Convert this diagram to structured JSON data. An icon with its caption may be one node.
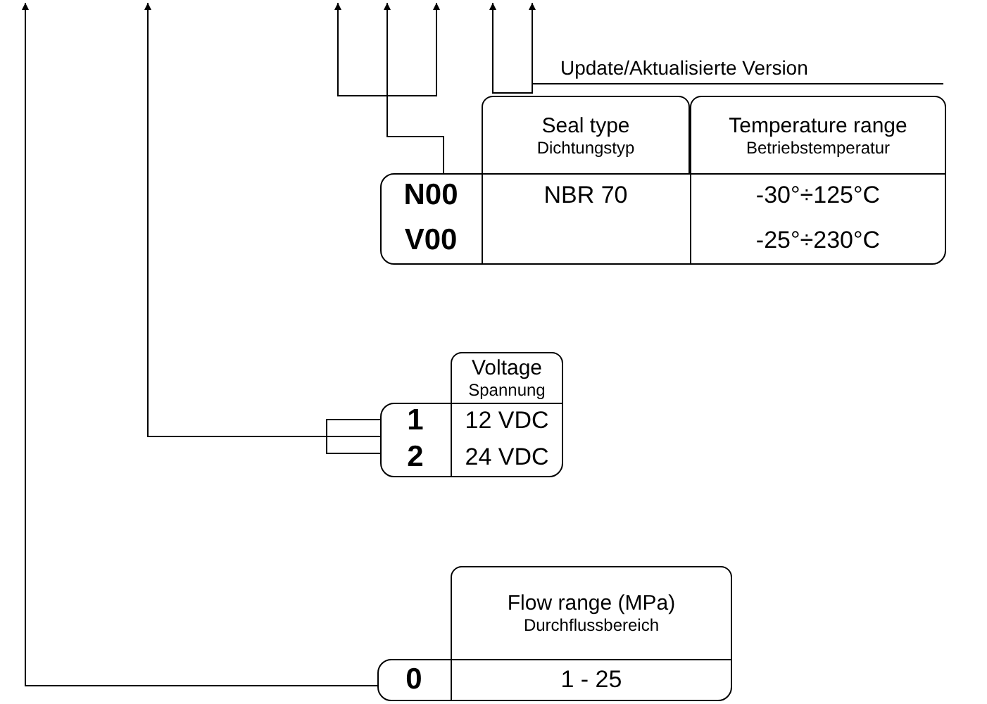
{
  "diagram": {
    "nodes": [
      {
        "text": [
          "Seal type",
          "Dichtungstyp",
          "Temperature range",
          "Betriebstemperatur",
          "N00",
          "NBR 70",
          "-30°÷125°C",
          "V00",
          "-25°÷230°C"
        ]
      },
      {
        "text": [
          "Voltage",
          "Spannung",
          "1",
          "12 VDC",
          "2",
          "24 VDC"
        ]
      },
      {
        "text": [
          "Flow range (MPa)",
          "Durchflussbereich",
          "0",
          "1 - 25"
        ]
      },
      {
        "text": [
          "Update/Aktualisierte Version"
        ]
      }
    ],
    "edges": [
      {
        "from": 2,
        "to": null,
        "arrow": "to"
      },
      {
        "from": 1,
        "to": null,
        "arrow": "to"
      },
      {
        "from": 0,
        "to": null,
        "arrow": "to"
      },
      {
        "from": 0,
        "to": null,
        "arrow": "to"
      },
      {
        "from": 0,
        "to": null,
        "arrow": "to"
      },
      {
        "from": 3,
        "to": null,
        "arrow": "to"
      },
      {
        "from": 3,
        "to": null,
        "arrow": "to"
      }
    ]
  }
}
